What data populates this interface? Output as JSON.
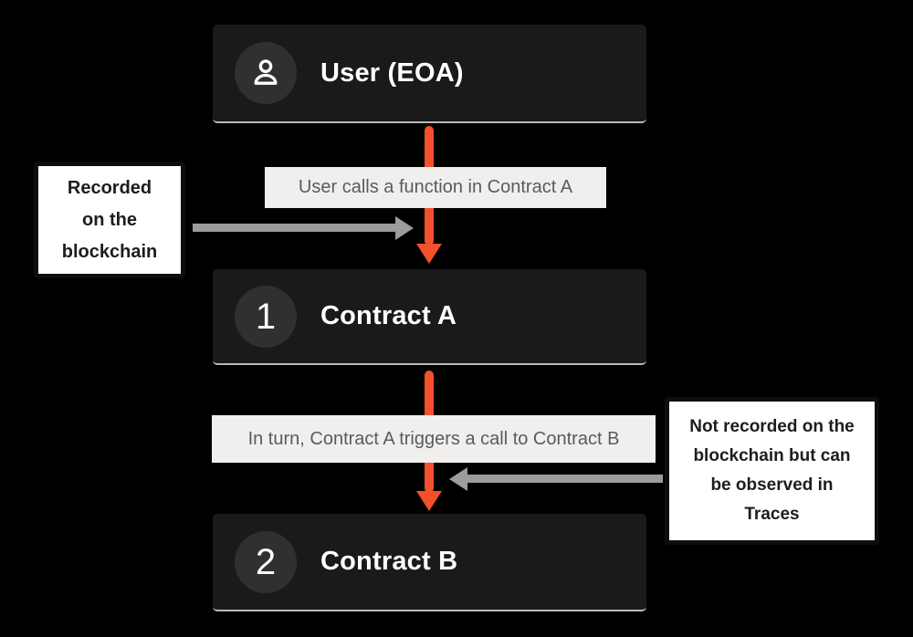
{
  "colors": {
    "canvas-bg": "#000000",
    "node-bg": "#1A1A1A",
    "badge-bg": "#303030",
    "accent": "#F4502C",
    "arrow-gray": "#9C9C9C",
    "strip-bg": "#F0EFEE",
    "strip-text": "#5B5B5B",
    "callout-border": "#0D0D0D",
    "callout-bg": "#FFFFFF",
    "title-text": "#FFFFFF"
  },
  "nodes": {
    "user": {
      "title": "User (EOA)",
      "icon": "person-icon"
    },
    "contract_a": {
      "badge": "1",
      "title": "Contract A"
    },
    "contract_b": {
      "badge": "2",
      "title": "Contract B"
    }
  },
  "flow_labels": {
    "call_1": "User calls a function in Contract A",
    "call_2": "In turn, Contract A triggers a call to Contract B"
  },
  "callouts": {
    "recorded": {
      "lines": [
        "Recorded",
        "on the",
        "blockchain"
      ]
    },
    "not_recorded": {
      "lines": [
        "Not recorded on the",
        "blockchain but can",
        "be observed in",
        "Traces"
      ]
    }
  }
}
